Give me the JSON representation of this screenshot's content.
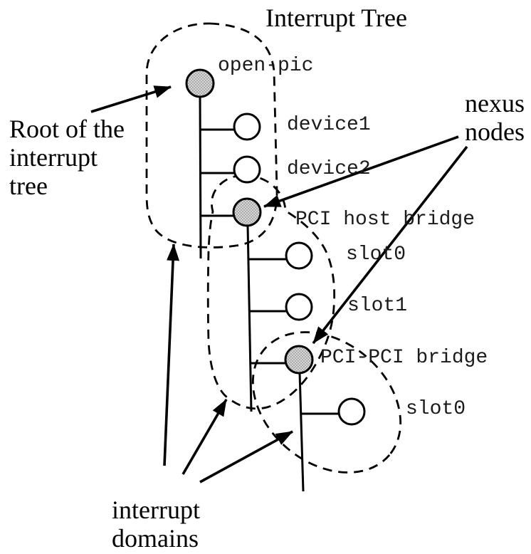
{
  "title": "Interrupt Tree",
  "annotations": {
    "root": {
      "line1": "Root of the",
      "line2": "interrupt",
      "line3": "tree"
    },
    "nexus": {
      "line1": "nexus",
      "line2": "nodes"
    },
    "domains": {
      "line1": "interrupt",
      "line2": "domains"
    }
  },
  "nodes": {
    "open_pic": {
      "label": "open-pic",
      "shaded": true
    },
    "device1": {
      "label": "device1",
      "shaded": false
    },
    "device2": {
      "label": "device2",
      "shaded": false
    },
    "pci_host_bridge": {
      "label": "PCI host bridge",
      "shaded": true
    },
    "slot0": {
      "label": "slot0",
      "shaded": false
    },
    "slot1": {
      "label": "slot1",
      "shaded": false
    },
    "pci_pci_bridge": {
      "label": "PCI-PCI bridge",
      "shaded": true
    },
    "slot0_lower": {
      "label": "slot0",
      "shaded": false
    }
  },
  "colors": {
    "line": "#000000",
    "shaded_node_fill": "#d6d6d6",
    "shaded_node_dot": "#8f8f8f",
    "plain_node_fill": "#ffffff",
    "mono_text": "#1b1b1b",
    "serif_text": "#000000",
    "background": "#ffffff"
  }
}
